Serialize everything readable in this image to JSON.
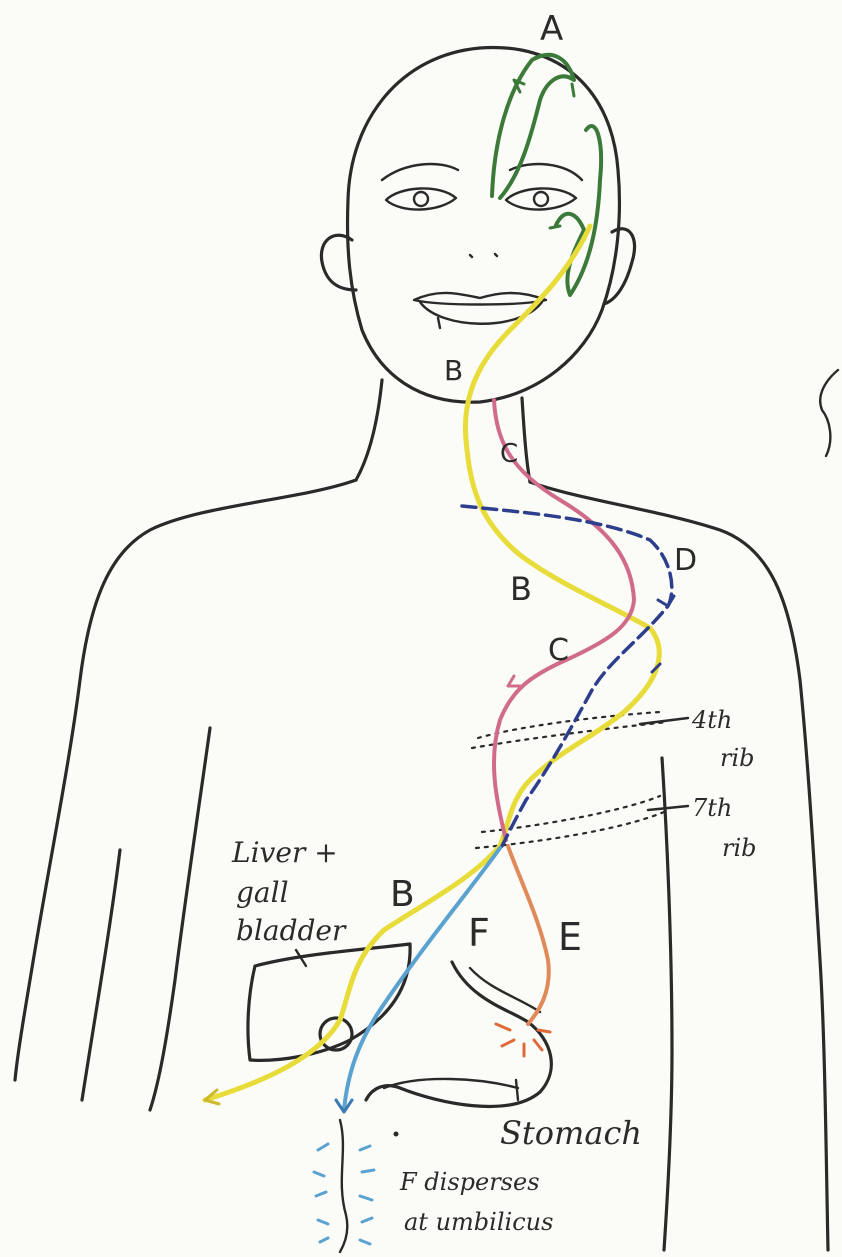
{
  "labels": {
    "a": "A",
    "b_chin": "B",
    "c_neck": "C",
    "d": "D",
    "b_chest": "B",
    "c_chest": "C",
    "rib4_line1": "4th",
    "rib4_line2": "rib",
    "rib7_line1": "7th",
    "rib7_line2": "rib",
    "liver_line1": "Liver +",
    "liver_line2": "gall",
    "liver_line3": "bladder",
    "b_abdomen": "B",
    "f": "F",
    "e": "E",
    "stomach": "Stomach",
    "disperse_line1": "F disperses",
    "disperse_line2": "at umbilicus"
  },
  "colors": {
    "outline": "#2a2a2a",
    "path_a": "#3c7a3a",
    "path_b": "#e8dc3a",
    "path_c": "#d06b8a",
    "path_d": "#2d3f8c",
    "path_e": "#e08a5a",
    "path_f": "#5aa2cf",
    "dispersal": "#5aa2cf"
  }
}
